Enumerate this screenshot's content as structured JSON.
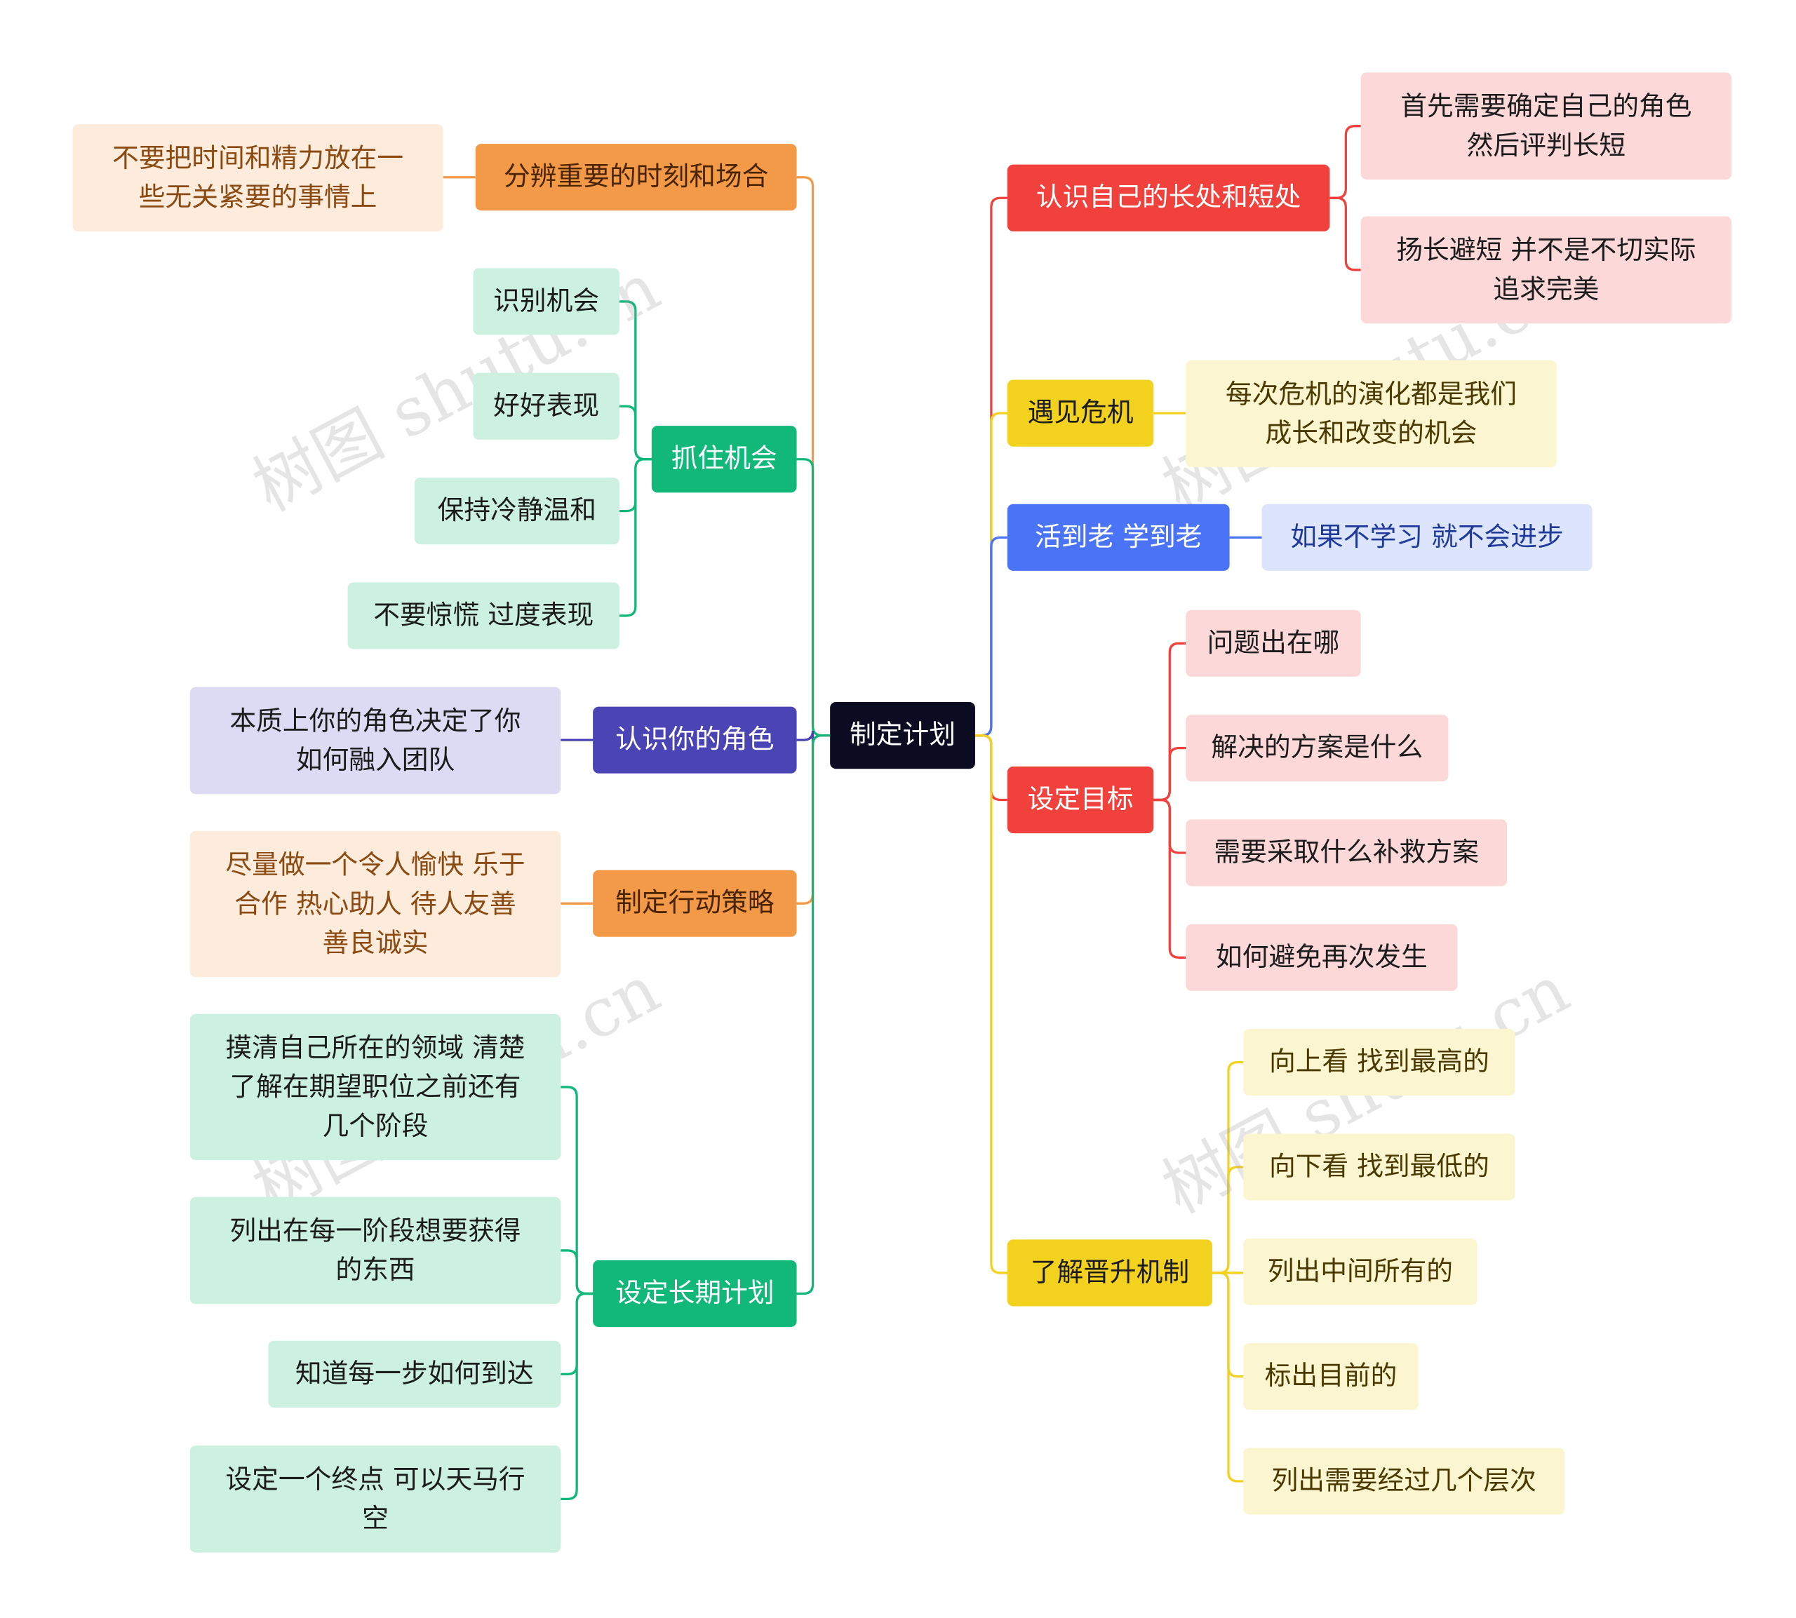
{
  "root": {
    "label": "制定计划",
    "color": "#0b0b22"
  },
  "left_branches": [
    {
      "label": "分辨重要的时刻和场合",
      "color": "#f39a48",
      "children": [
        "不要把时间和精力放在一\n些无关紧要的事情上"
      ]
    },
    {
      "label": "抓住机会",
      "color": "#12b77a",
      "children": [
        "识别机会",
        "好好表现",
        "保持冷静温和",
        "不要惊慌 过度表现"
      ]
    },
    {
      "label": "认识你的角色",
      "color": "#4b44b5",
      "children": [
        "本质上你的角色决定了你\n如何融入团队"
      ]
    },
    {
      "label": "制定行动策略",
      "color": "#f39a48",
      "children": [
        "尽量做一个令人愉快 乐于\n合作 热心助人 待人友善\n善良诚实"
      ]
    },
    {
      "label": "设定长期计划",
      "color": "#12b77a",
      "children": [
        "摸清自己所在的领域 清楚\n了解在期望职位之前还有\n几个阶段",
        "列出在每一阶段想要获得\n的东西",
        "知道每一步如何到达",
        "设定一个终点 可以天马行\n空"
      ]
    }
  ],
  "right_branches": [
    {
      "label": "认识自己的长处和短处",
      "color": "#f0413d",
      "children": [
        "首先需要确定自己的角色\n然后评判长短",
        "扬长避短 并不是不切实际\n追求完美"
      ]
    },
    {
      "label": "遇见危机",
      "color": "#f2d11f",
      "children": [
        "每次危机的演化都是我们\n成长和改变的机会"
      ]
    },
    {
      "label": "活到老 学到老",
      "color": "#4a74f5",
      "children": [
        "如果不学习 就不会进步"
      ]
    },
    {
      "label": "设定目标",
      "color": "#f0413d",
      "children": [
        "问题出在哪",
        "解决的方案是什么",
        "需要采取什么补救方案",
        "如何避免再次发生"
      ]
    },
    {
      "label": "了解晋升机制",
      "color": "#f2d11f",
      "children": [
        "向上看 找到最高的",
        "向下看 找到最低的",
        "列出中间所有的",
        "标出目前的",
        "列出需要经过几个层次"
      ]
    }
  ],
  "watermark": "树图 shutu.cn"
}
